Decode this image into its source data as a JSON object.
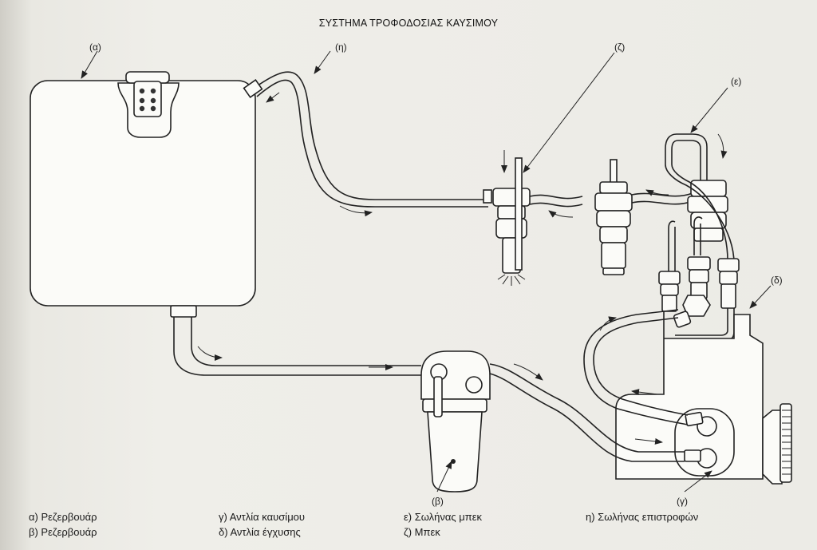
{
  "title": "ΣΥΣΤΗΜΑ ΤΡΟΦΟΔΟΣΙΑΣ ΚΑΥΣΙΜΟΥ",
  "callouts": {
    "a": "(α)",
    "b": "(β)",
    "g": "(γ)",
    "d": "(δ)",
    "e": "(ε)",
    "z": "(ζ)",
    "h": "(η)"
  },
  "legend": {
    "col1": [
      "α) Ρεζερβουάρ",
      "β) Ρεζερβουάρ"
    ],
    "col2": [
      "γ) Αντλία καυσίμου",
      "δ) Αντλία έγχυσης"
    ],
    "col3": [
      "ε) Σωλήνας μπεκ",
      "ζ) Μπεκ"
    ],
    "col4": [
      "η) Σωλήνας επιστροφών"
    ]
  },
  "colors": {
    "ink": "#222222",
    "paper": "#ecebe6"
  }
}
